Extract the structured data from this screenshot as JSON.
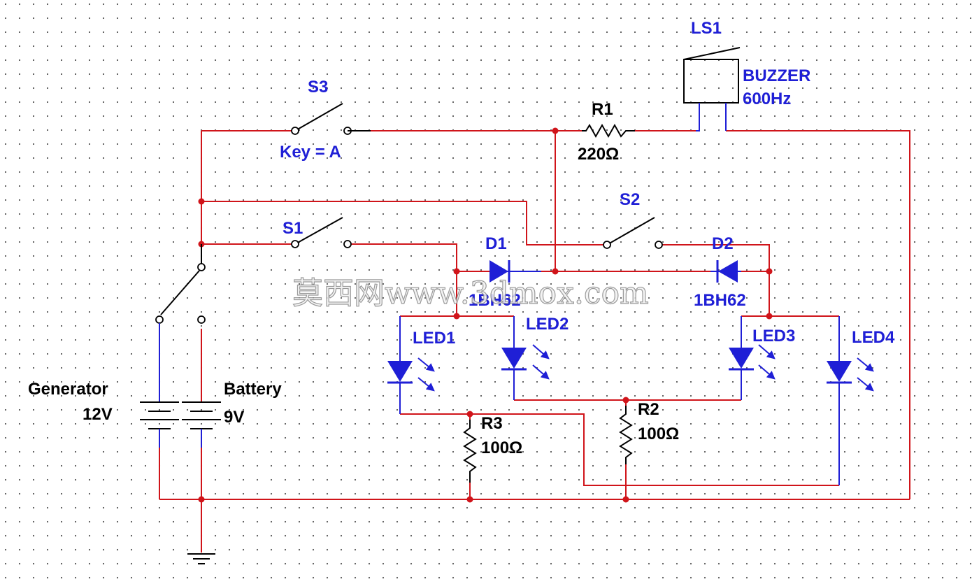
{
  "labels": {
    "ls1": "LS1",
    "buzzer": "BUZZER",
    "freq": "600Hz",
    "s3": "S3",
    "key": "Key = A",
    "r1": "R1",
    "r1_val": "220Ω",
    "s1": "S1",
    "s2": "S2",
    "d1": "D1",
    "d1_part": "1BH62",
    "d2": "D2",
    "d2_part": "1BH62",
    "led1": "LED1",
    "led2": "LED2",
    "led3": "LED3",
    "led4": "LED4",
    "generator": "Generator",
    "generator_v": "12V",
    "battery": "Battery",
    "battery_v": "9V",
    "r3": "R3",
    "r3_val": "100Ω",
    "r2": "R2",
    "r2_val": "100Ω"
  },
  "watermark": "莫西网www.3dmox.com",
  "colors": {
    "wire": "#d0141a",
    "component": "#1f1fd6",
    "label_blue": "#1f1fd6",
    "label_black": "#000000"
  },
  "icons": [
    "switch-icon",
    "diode-icon",
    "led-icon",
    "resistor-icon",
    "buzzer-icon",
    "battery-icon",
    "ground-icon",
    "spdt-switch-icon"
  ]
}
